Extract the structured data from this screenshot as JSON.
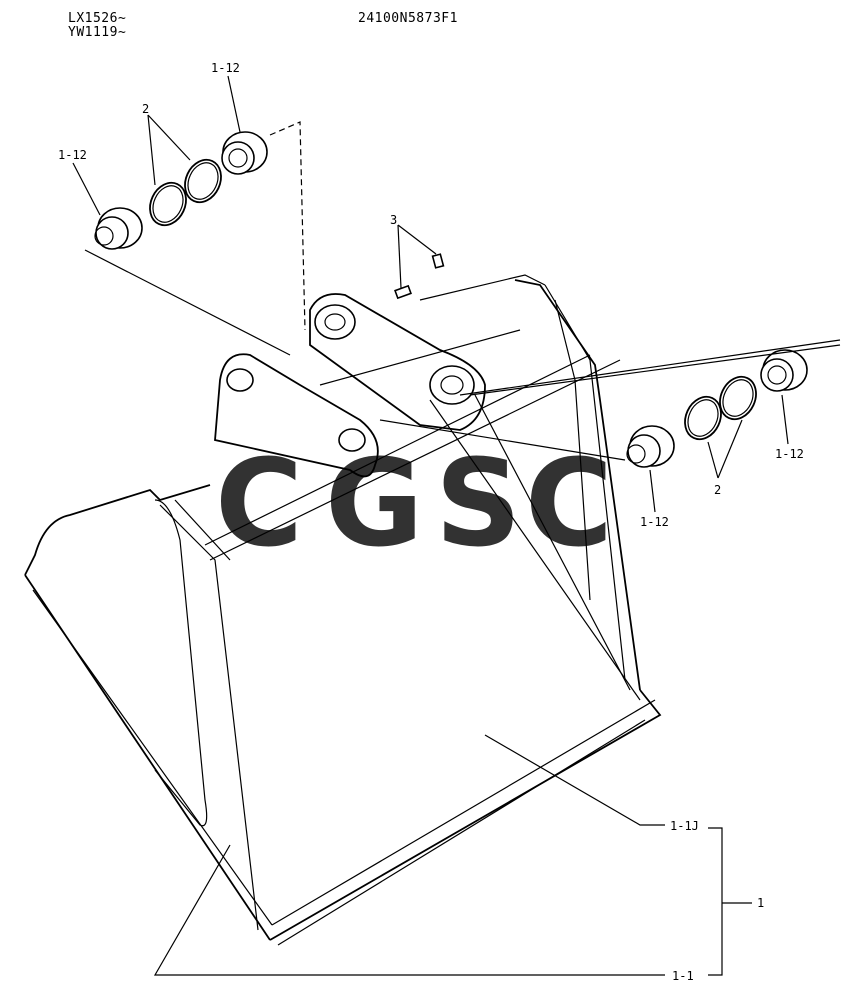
{
  "header": {
    "serial_line_1": "LX1526~",
    "serial_line_2": "YW1119~",
    "part_number": "24100N5873F1"
  },
  "callouts": {
    "bushing_top": "1-12",
    "bushing_left": "1-12",
    "bushing_right_outer": "1-12",
    "bushing_right_inner": "1-12",
    "shim_left": "2",
    "shim_right": "2",
    "pin": "3",
    "bucket_liner": "1-1J",
    "bucket_body": "1-1",
    "bucket_assembly": "1"
  },
  "watermark": {
    "letters": [
      "C",
      "G",
      "S",
      "C"
    ],
    "colors": [
      "#6ea6f5",
      "#f28b82",
      "#fbd35c",
      "#6dbf8e"
    ]
  }
}
